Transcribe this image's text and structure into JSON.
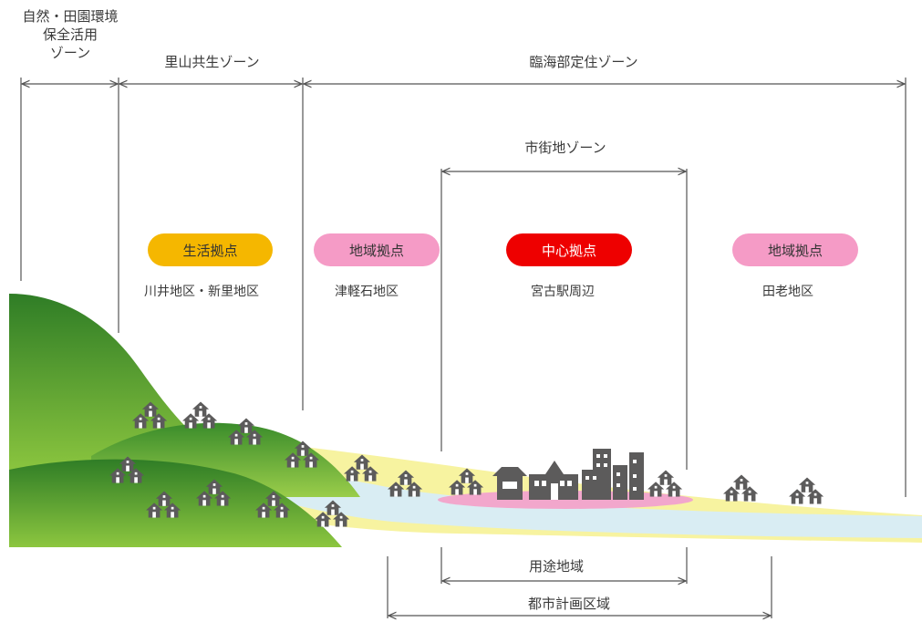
{
  "zones": {
    "nature_line1": "自然・田園環境",
    "nature_line2": "保全活用",
    "nature_line3": "ゾーン",
    "satoyama": "里山共生ゾーン",
    "coastal": "臨海部定住ゾーン",
    "urban": "市街地ゾーン"
  },
  "hubs": [
    {
      "label": "生活拠点",
      "area": "川井地区・新里地区",
      "color": "#f5b700",
      "text_color": "#333333"
    },
    {
      "label": "地域拠点",
      "area": "津軽石地区",
      "color": "#f59bc6",
      "text_color": "#333333"
    },
    {
      "label": "中心拠点",
      "area": "宮古駅周辺",
      "color": "#ee0000",
      "text_color": "#ffffff"
    },
    {
      "label": "地域拠点",
      "area": "田老地区",
      "color": "#f59bc6",
      "text_color": "#333333"
    }
  ],
  "bottom": {
    "use_district": "用途地域",
    "city_planning_area": "都市計画区域"
  },
  "colors": {
    "hill_dark": "#3f8e2c",
    "hill_light": "#8cc63f",
    "plain": "#f7f3a0",
    "river": "#d7ecf2",
    "center_area": "#f2a7cc",
    "house": "#5c5b5b",
    "line": "#555555"
  }
}
